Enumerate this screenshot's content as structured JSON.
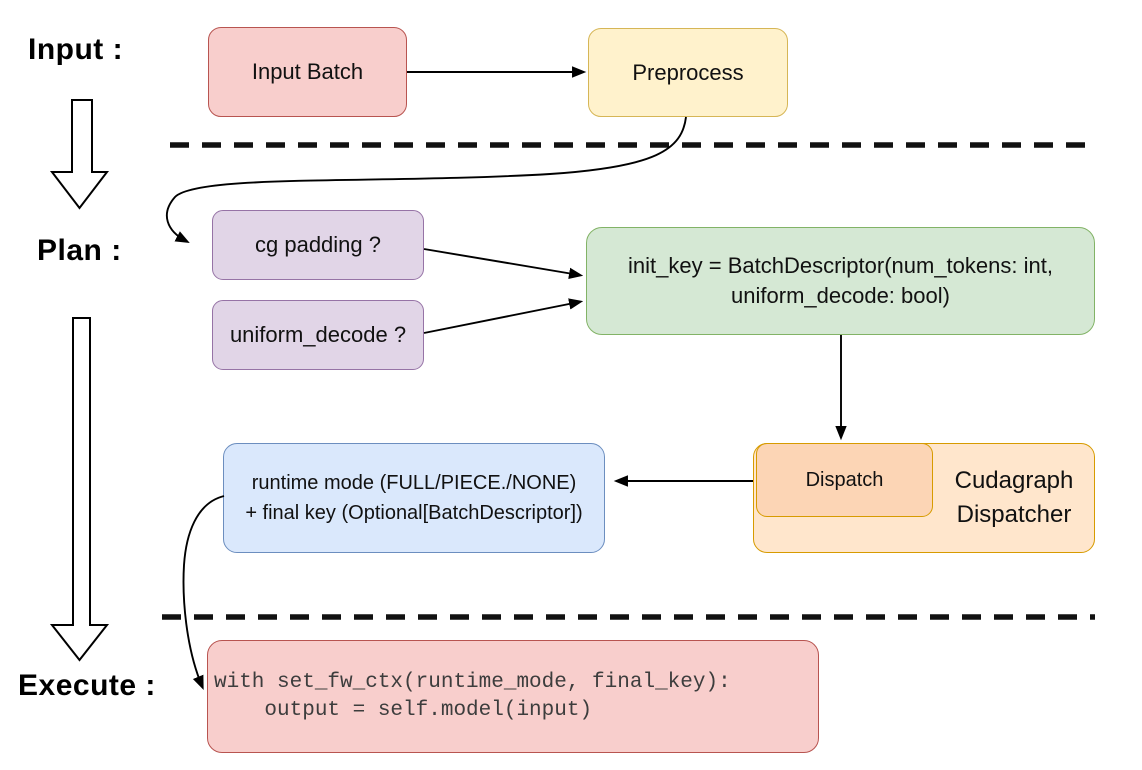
{
  "labels": {
    "input": "Input :",
    "plan": "Plan :",
    "execute": "Execute :"
  },
  "nodes": {
    "input_batch": {
      "label": "Input Batch",
      "fill": "#f8cecc",
      "stroke": "#b85450"
    },
    "preprocess": {
      "label": "Preprocess",
      "fill": "#fff2cc",
      "stroke": "#d6b656"
    },
    "cg_padding": {
      "label": "cg padding ?",
      "fill": "#e1d5e7",
      "stroke": "#9673a6"
    },
    "uniform_decode": {
      "label": "uniform_decode ?",
      "fill": "#e1d5e7",
      "stroke": "#9673a6"
    },
    "init_key": {
      "lines": [
        "init_key = BatchDescriptor(num_tokens: int,",
        "uniform_decode: bool)"
      ],
      "fill": "#d5e8d4",
      "stroke": "#82b366"
    },
    "dispatch": {
      "label": "Dispatch",
      "fill": "#fcd5b5",
      "stroke": "#d79b00"
    },
    "cudagraph_dispatcher": {
      "lines": [
        "Cudagraph",
        "Dispatcher"
      ],
      "fill": "#ffe6cc",
      "stroke": "#d79b00"
    },
    "runtime_result": {
      "lines": [
        "runtime mode (FULL/PIECE./NONE)",
        "+ final key (Optional[BatchDescriptor])"
      ],
      "fill": "#dae8fc",
      "stroke": "#6c8ebf"
    },
    "execute_code": {
      "lines": [
        "with set_fw_ctx(runtime_mode, final_key):",
        "    output = self.model(input)"
      ],
      "fill": "#f8cecc",
      "stroke": "#b85450"
    }
  },
  "connector_color": "#000000"
}
